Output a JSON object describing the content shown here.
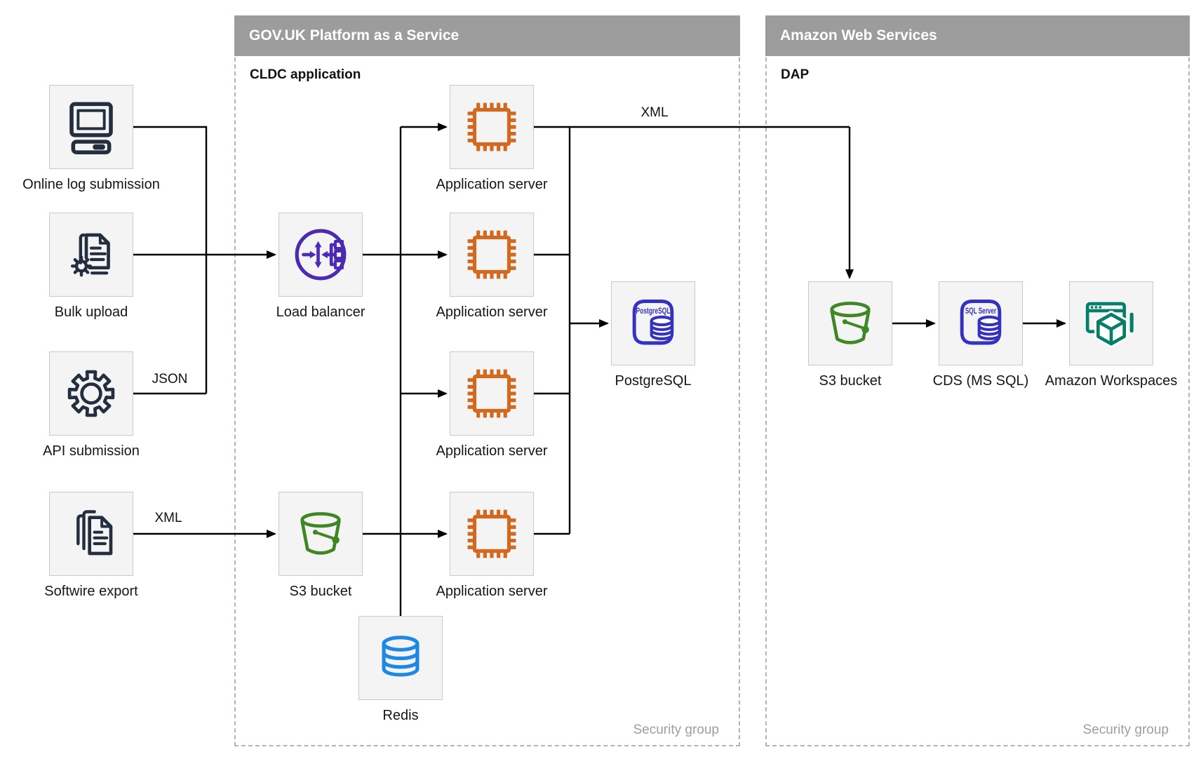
{
  "containers": {
    "paas": {
      "title": "GOV.UK Platform as a Service",
      "sublabel": "CLDC application",
      "footer": "Security group"
    },
    "aws": {
      "title": "Amazon Web Services",
      "sublabel": "DAP",
      "footer": "Security group"
    }
  },
  "nodes": {
    "online_log": {
      "label": "Online log submission",
      "icon": "computer-icon"
    },
    "bulk_upload": {
      "label": "Bulk upload",
      "icon": "document-gear-icon"
    },
    "api_submission": {
      "label": "API submission",
      "icon": "gear-icon"
    },
    "softwire_export": {
      "label": "Softwire export",
      "icon": "documents-icon"
    },
    "load_balancer": {
      "label": "Load balancer",
      "icon": "load-balancer-icon"
    },
    "s3_paas": {
      "label": "S3 bucket",
      "icon": "bucket-icon"
    },
    "app_server_1": {
      "label": "Application server",
      "icon": "chip-icon"
    },
    "app_server_2": {
      "label": "Application server",
      "icon": "chip-icon"
    },
    "app_server_3": {
      "label": "Application server",
      "icon": "chip-icon"
    },
    "app_server_4": {
      "label": "Application server",
      "icon": "chip-icon"
    },
    "postgresql": {
      "label": "PostgreSQL",
      "icon": "postgresql-icon"
    },
    "redis": {
      "label": "Redis",
      "icon": "database-icon"
    },
    "s3_aws": {
      "label": "S3 bucket",
      "icon": "bucket-icon"
    },
    "cds": {
      "label": "CDS (MS SQL)",
      "icon": "sql-server-icon"
    },
    "workspaces": {
      "label": "Amazon Workspaces",
      "icon": "workspaces-icon"
    }
  },
  "edge_labels": {
    "api_to_app": "JSON",
    "softwire_to_s3": "XML",
    "app_to_aws": "XML"
  },
  "icon_text": {
    "postgresql": "PostgreSQL",
    "sql_server": "SQL Server"
  },
  "colors": {
    "navy": "#232F3E",
    "orange": "#D2691E",
    "purple": "#4C2BB3",
    "green": "#3F8624",
    "pg-blue": "#3432BE",
    "redis-blue": "#1E88E5",
    "teal": "#077E68",
    "header-gray": "#9C9C9C",
    "wire": "#000000",
    "muted": "#9E9E9E"
  }
}
